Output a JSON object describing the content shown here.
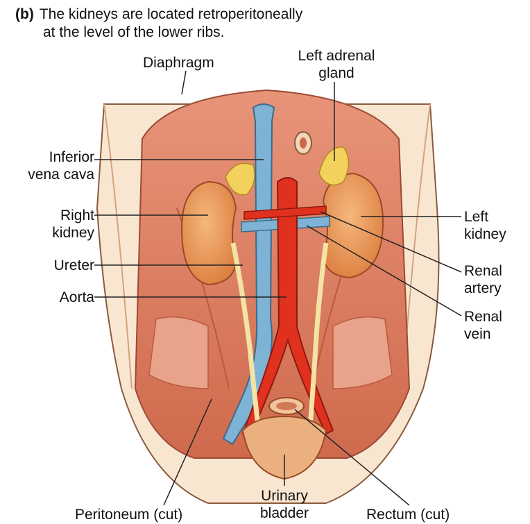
{
  "title": {
    "tag": "(b)",
    "line1": "The kidneys are located retroperitoneally",
    "line2": "at the level of the lower ribs."
  },
  "labels": {
    "diaphragm": "Diaphragm",
    "left_adrenal_1": "Left adrenal",
    "left_adrenal_2": "gland",
    "ivc_1": "Inferior",
    "ivc_2": "vena cava",
    "right_kidney_1": "Right",
    "right_kidney_2": "kidney",
    "left_kidney_1": "Left",
    "left_kidney_2": "kidney",
    "ureter": "Ureter",
    "aorta": "Aorta",
    "renal_artery_1": "Renal",
    "renal_artery_2": "artery",
    "renal_vein_1": "Renal",
    "renal_vein_2": "vein",
    "peritoneum": "Peritoneum (cut)",
    "bladder_1": "Urinary",
    "bladder_2": "bladder",
    "rectum": "Rectum (cut)"
  },
  "colors": {
    "muscle": "#d9735a",
    "kidney": "#e59457",
    "aorta": "#e0301e",
    "vena_cava": "#7fb3d5",
    "adrenal": "#f2d25c",
    "ureter": "#f3e3a4",
    "skin": "#f8e1c8"
  }
}
